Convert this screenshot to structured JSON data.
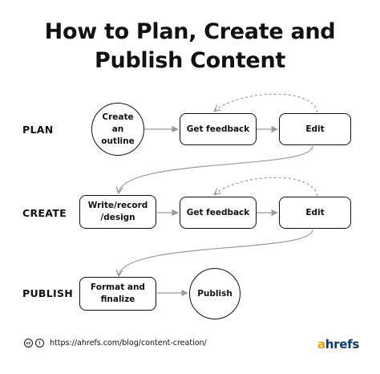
{
  "title_line1": "How to Plan, Create and",
  "title_line2": "Publish Content",
  "stages": {
    "plan": "PLAN",
    "create": "CREATE",
    "publish": "PUBLISH"
  },
  "plan": {
    "step1": "Create an outline",
    "step2": "Get feedback",
    "step3": "Edit"
  },
  "create": {
    "step1": "Write/record /design",
    "step2": "Get feedback",
    "step3": "Edit"
  },
  "publish": {
    "step1": "Format and finalize",
    "step2": "Publish"
  },
  "footer": {
    "license_icons": [
      "cc-icon",
      "by-icon"
    ],
    "url": "https://ahrefs.com/blog/content-creation/"
  },
  "brand": {
    "first_letter": "a",
    "rest": "hrefs",
    "accent_color": "#f5a000",
    "brand_color": "#0b3b6e"
  }
}
